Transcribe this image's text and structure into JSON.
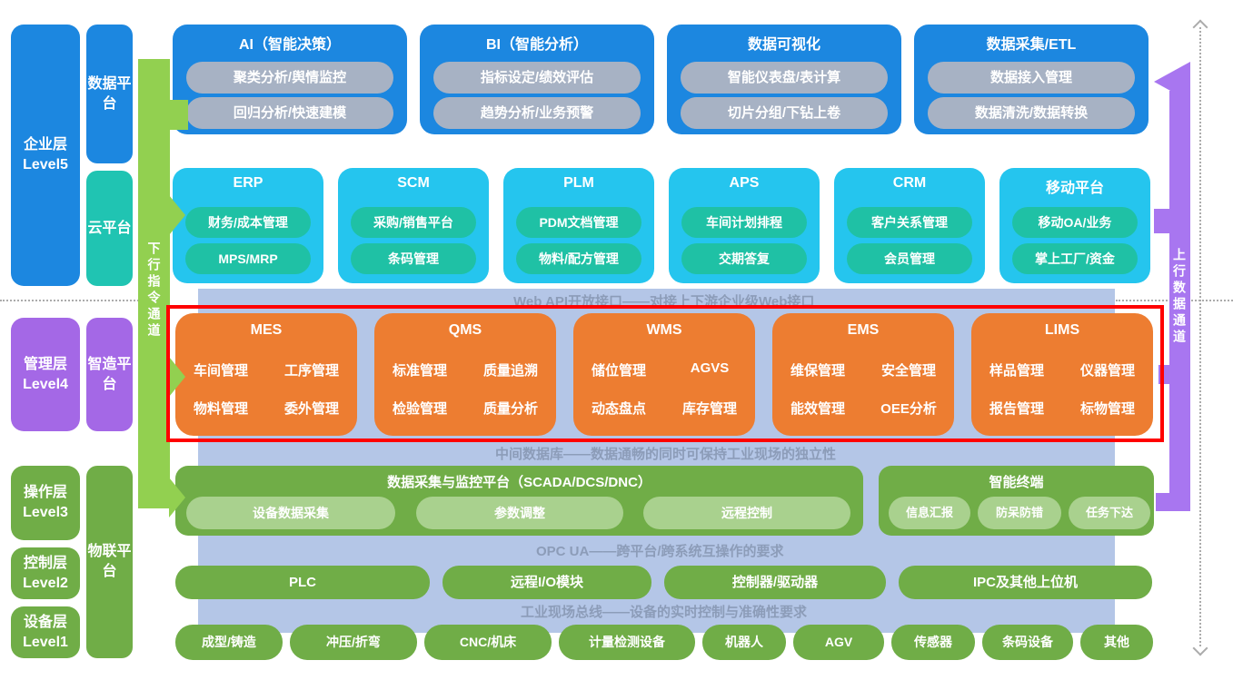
{
  "layers": [
    {
      "label": "企业层\nLevel5"
    },
    {
      "label": "管理层\nLevel4"
    },
    {
      "label": "操作层\nLevel3"
    },
    {
      "label": "控制层\nLevel2"
    },
    {
      "label": "设备层\nLevel1"
    }
  ],
  "platforms": [
    {
      "label": "数据平台"
    },
    {
      "label": "云平台"
    },
    {
      "label": "智造平台"
    },
    {
      "label": "物联平台"
    }
  ],
  "channels": {
    "down": "下行指令通道",
    "up": "上行数据通道"
  },
  "ai_row": [
    {
      "title": "AI（智能决策）",
      "items": [
        "聚类分析/舆情监控",
        "回归分析/快速建模"
      ]
    },
    {
      "title": "BI（智能分析）",
      "items": [
        "指标设定/绩效评估",
        "趋势分析/业务预警"
      ]
    },
    {
      "title": "数据可视化",
      "items": [
        "智能仪表盘/表计算",
        "切片分组/下钻上卷"
      ]
    },
    {
      "title": "数据采集/ETL",
      "items": [
        "数据接入管理",
        "数据清洗/数据转换"
      ]
    }
  ],
  "biz_row": [
    {
      "title": "ERP",
      "items": [
        "财务/成本管理",
        "MPS/MRP"
      ]
    },
    {
      "title": "SCM",
      "items": [
        "采购/销售平台",
        "条码管理"
      ]
    },
    {
      "title": "PLM",
      "items": [
        "PDM文档管理",
        "物料/配方管理"
      ]
    },
    {
      "title": "APS",
      "items": [
        "车间计划排程",
        "交期答复"
      ]
    },
    {
      "title": "CRM",
      "items": [
        "客户关系管理",
        "会员管理"
      ]
    },
    {
      "title": "移动平台",
      "items": [
        "移动OA/业务",
        "掌上工厂/资金"
      ]
    }
  ],
  "mes_row": [
    {
      "title": "MES",
      "items": [
        "车间管理",
        "工序管理",
        "物料管理",
        "委外管理"
      ]
    },
    {
      "title": "QMS",
      "items": [
        "标准管理",
        "质量追溯",
        "检验管理",
        "质量分析"
      ]
    },
    {
      "title": "WMS",
      "items": [
        "储位管理",
        "AGVS",
        "动态盘点",
        "库存管理"
      ]
    },
    {
      "title": "EMS",
      "items": [
        "维保管理",
        "安全管理",
        "能效管理",
        "OEE分析"
      ]
    },
    {
      "title": "LIMS",
      "items": [
        "样品管理",
        "仪器管理",
        "报告管理",
        "标物管理"
      ]
    }
  ],
  "bands": {
    "web_api": "Web API开放接口——对接上下游企业级Web接口",
    "middle_db": "中间数据库——数据通畅的同时可保持工业现场的独立性",
    "opc_ua": "OPC UA——跨平台/跨系统互操作的要求",
    "fieldbus": "工业现场总线——设备的实时控制与准确性要求"
  },
  "scada": {
    "title": "数据采集与监控平台（SCADA/DCS/DNC）",
    "items": [
      "设备数据采集",
      "参数调整",
      "远程控制"
    ]
  },
  "terminal": {
    "title": "智能终端",
    "items": [
      "信息汇报",
      "防呆防错",
      "任务下达"
    ]
  },
  "control_row": [
    "PLC",
    "远程I/O模块",
    "控制器/驱动器",
    "IPC及其他上位机"
  ],
  "device_row": [
    "成型/铸造",
    "冲压/折弯",
    "CNC/机床",
    "计量检测设备",
    "机器人",
    "AGV",
    "传感器",
    "条码设备",
    "其他"
  ],
  "colors": {
    "blue": "#1C87E0",
    "cyan": "#25C5EE",
    "teal": "#1FC1A5",
    "purple": "#A468E6",
    "purple_arrow": "#A876F0",
    "orange": "#ED7D31",
    "green": "#70AD47",
    "light_green": "#A9D18E",
    "down_arrow_green": "#92D050",
    "backplane_blue": "#B4C6E7",
    "band_text": "#8C9CB8",
    "gray_pill": "#A7B2C4",
    "highlight_red": "#FF0000"
  }
}
